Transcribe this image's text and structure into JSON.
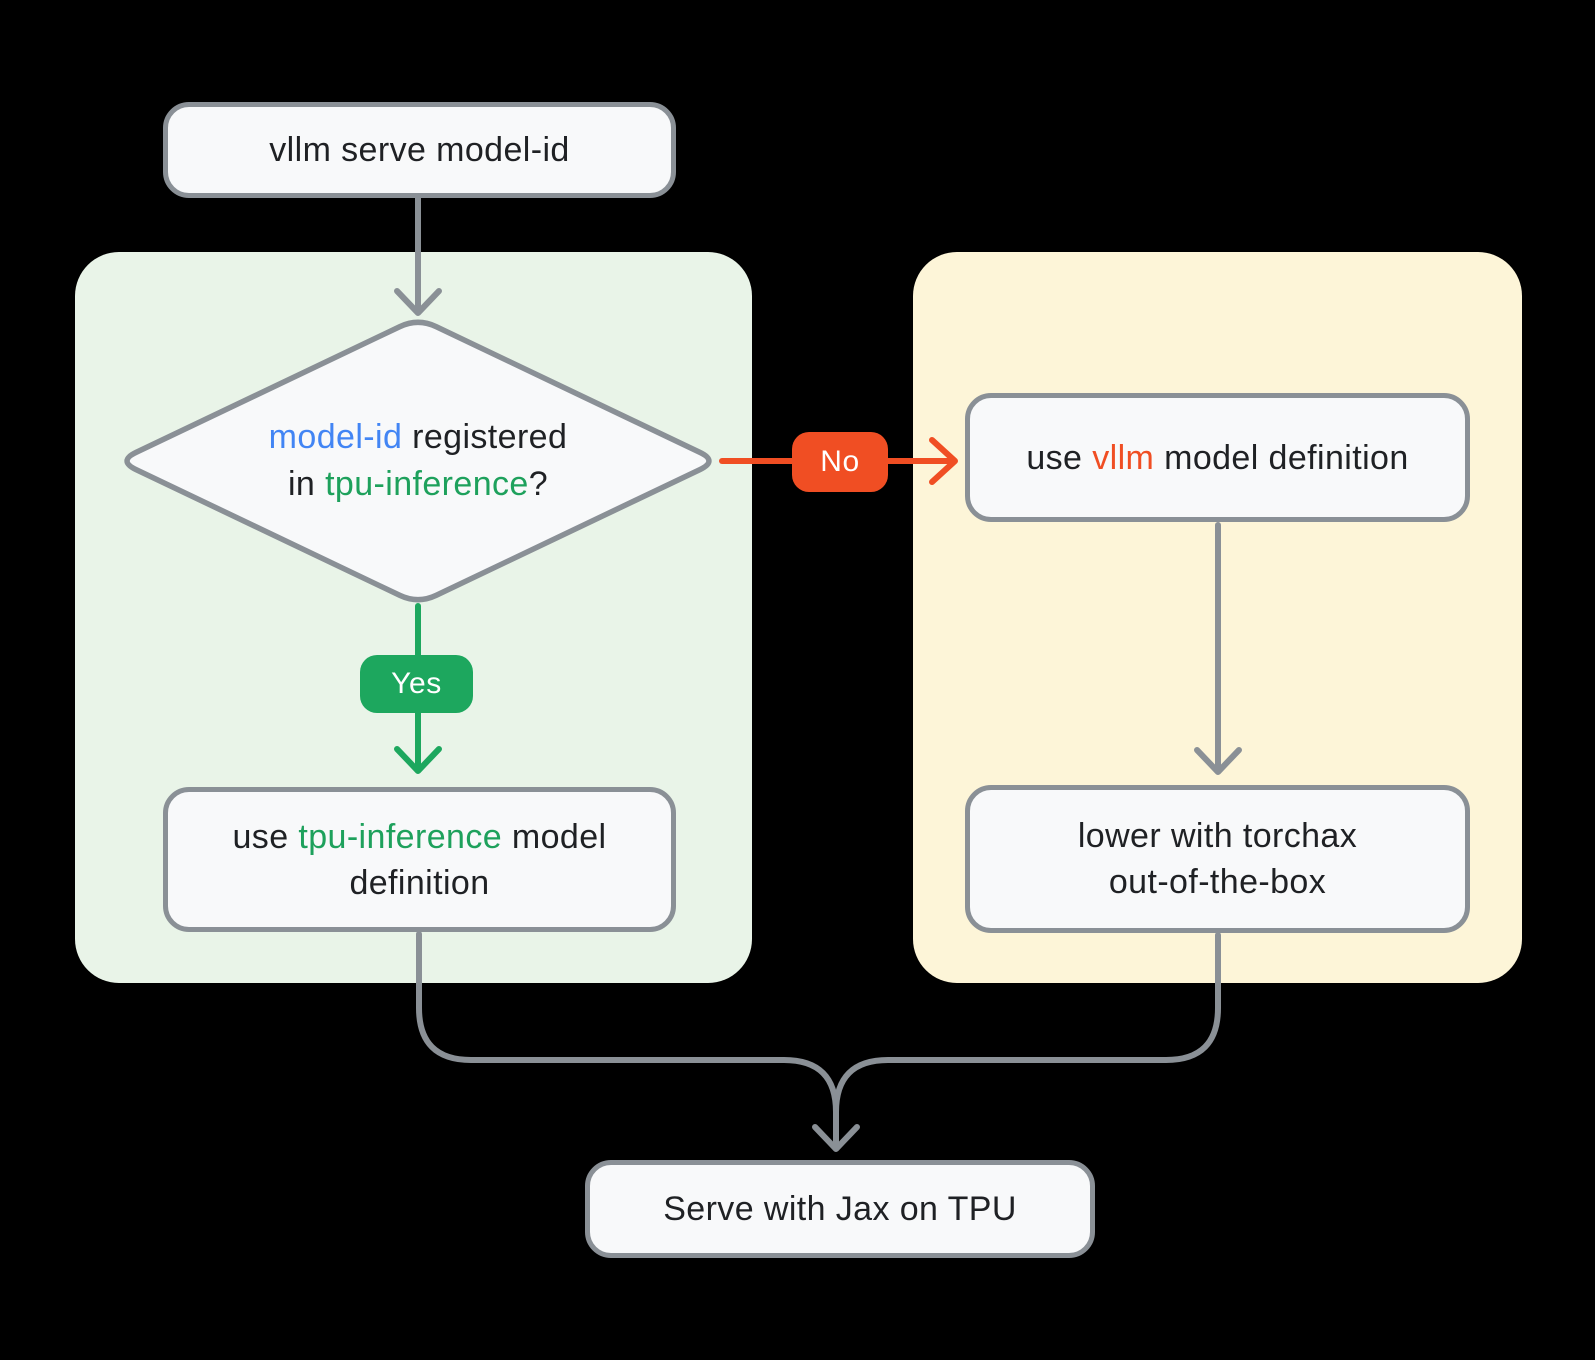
{
  "title": "vllm serve TPU model-resolution flowchart",
  "colors": {
    "background": "#000000",
    "panel_green": "#E9F4E8",
    "panel_yellow": "#FDF5D8",
    "node_fill": "#F8F9FA",
    "node_border": "#8A9096",
    "arrow_gray": "#8A9096",
    "accent_green": "#1EA15C",
    "badge_green": "#1DA75E",
    "accent_orange": "#F04E23",
    "accent_blue": "#4285F4",
    "text_dark": "#1F2124",
    "badge_text": "#FFFFFF"
  },
  "nodes": {
    "start": {
      "label": "vllm serve model-id"
    },
    "decision": {
      "model_id": "model-id",
      "registered": " registered",
      "in": "in ",
      "tpu_inference": "tpu-inference",
      "question_mark": "?"
    },
    "branch_yes": {
      "label": "Yes"
    },
    "branch_no": {
      "label": "No"
    },
    "use_tpu": {
      "use": "use ",
      "tpu_inference": "tpu-inference",
      "rest": " model definition"
    },
    "use_vllm": {
      "use": "use ",
      "vllm": "vllm",
      "rest": " model definition"
    },
    "lower": {
      "line1": "lower with torchax",
      "line2": "out-of-the-box"
    },
    "serve": {
      "label": "Serve with Jax on TPU"
    }
  }
}
